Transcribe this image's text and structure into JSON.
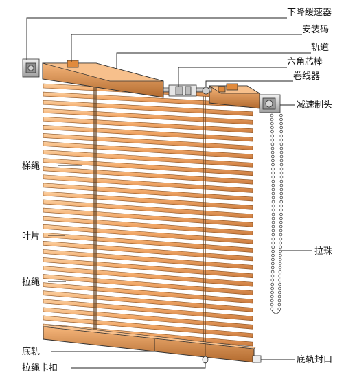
{
  "diagram": {
    "labels": {
      "descent_damper": "下降缓速器",
      "mounting_bracket": "安装码",
      "head_rail": "轨道",
      "hex_rod": "六角芯棒",
      "cord_spool": "卷线器",
      "brake_head": "减速制头",
      "ladder_cord": "梯绳",
      "slat": "叶片",
      "lift_cord": "拉绳",
      "bead_chain": "拉珠",
      "bottom_rail": "底轨",
      "bottom_rail_end_cap": "底轨封口",
      "cord_stopper": "拉绳卡扣"
    },
    "slat_count": 30,
    "colors": {
      "slat": "#F2A868",
      "slat_shadow": "#C97A3E",
      "slat_highlight": "#FCD2A4",
      "rail": "#E89A52",
      "rail_dark": "#B26A2E",
      "metal": "#D9D9D9",
      "line": "#333333"
    }
  }
}
